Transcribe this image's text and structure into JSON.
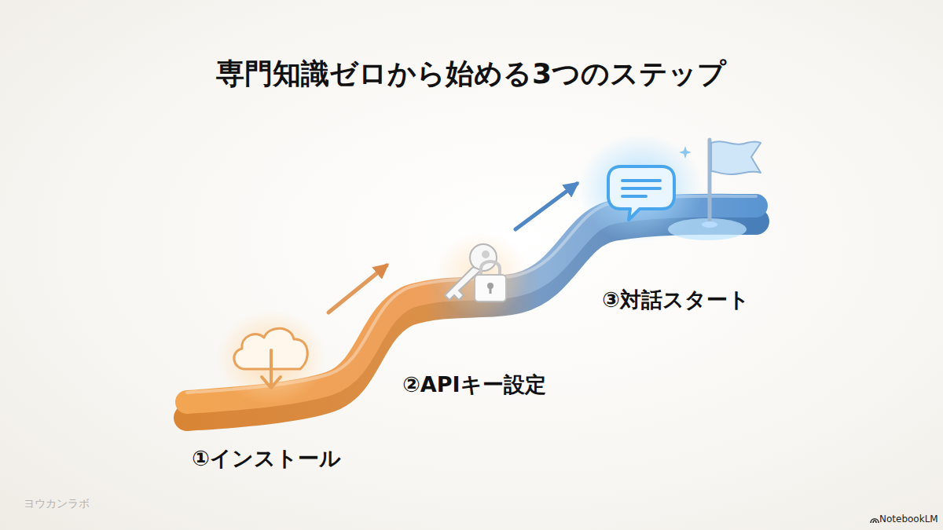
{
  "diagram": {
    "title": "専門知識ゼロから始める3つのステップ",
    "labels": [
      "①インストール",
      "②APIキー設定",
      "③対話スタート",
      "ヨウカンラボ",
      "NotebookLM"
    ]
  }
}
